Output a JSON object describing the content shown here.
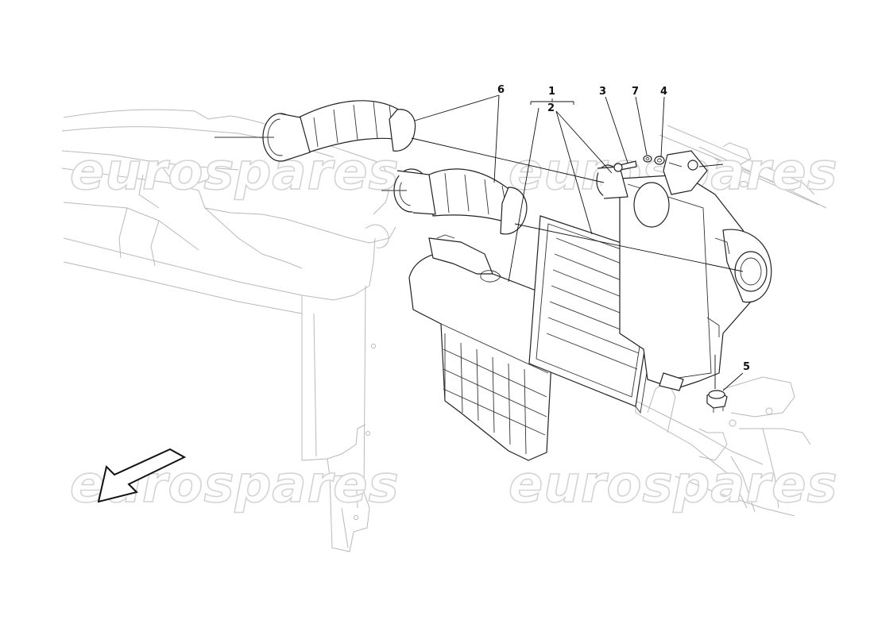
{
  "watermark": {
    "text": "eurospares"
  },
  "callouts": {
    "c1": "1",
    "c2": "2",
    "c3": "3",
    "c4": "4",
    "c5": "5",
    "c6": "6",
    "c7": "7"
  }
}
